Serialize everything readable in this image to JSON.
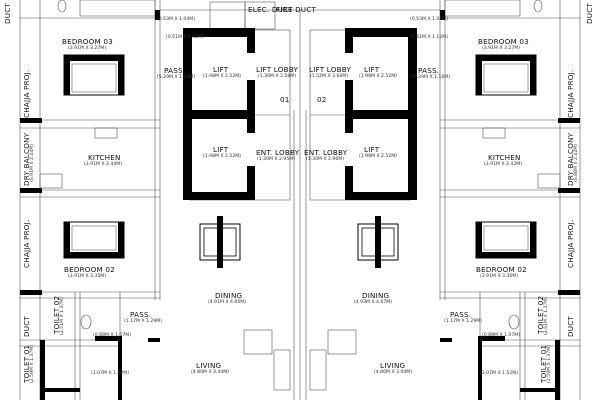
{
  "plan": {
    "left_unit": {
      "bedroom_03": {
        "name": "BEDROOM 03",
        "size": "(3.91M X 3.27M)"
      },
      "kitchen": {
        "name": "KITCHEN",
        "size": "(3.91M X 2.44M)"
      },
      "bedroom_02": {
        "name": "BEDROOM 02",
        "size": "(3.91M X 3.35M)"
      },
      "dining": {
        "name": "DINING",
        "size": "(4.91M X 4.66M)"
      },
      "living": {
        "name": "LIVING",
        "size": "(4.80M X 3.44M)"
      },
      "pass_upper": {
        "name": "PASS.",
        "size": "(5.29M X 1.19M)"
      },
      "pass_lower": {
        "name": "PASS.",
        "size": "(1.17M X 1.29M)"
      },
      "toilet_02": {
        "name": "TOILET 02",
        "size": "(2.51M X 1.37M)"
      },
      "toilet_01": {
        "name": "TOILET 01",
        "size": "(2.59M X 1.37M)"
      },
      "chajja_upper": "CHAJJA PROJ.",
      "chajja_lower": "CHAJJA PROJ.",
      "dry_balcony": {
        "name": "DRY BALCONY",
        "size": "(0.91M X 2.44M)"
      },
      "duct_upper": "DUCT",
      "duct_lower": "DUCT",
      "misc_dims": [
        "(0.51M X 1.12M)",
        "(0.53M X 1.04M)",
        "(0.88M X 1.07M)",
        "(1.07M X 1.52M)"
      ]
    },
    "right_unit": {
      "bedroom_03": {
        "name": "BEDROOM 03",
        "size": "(3.91M X 3.27M)"
      },
      "kitchen": {
        "name": "KITCHEN",
        "size": "(3.91M X 2.42M)"
      },
      "bedroom_02": {
        "name": "BEDROOM 02",
        "size": "(3.91M X 3.35M)"
      },
      "dining": {
        "name": "DINING",
        "size": "(4.93M X 4.67M)"
      },
      "living": {
        "name": "LIVING",
        "size": "(4.80M X 3.44M)"
      },
      "pass_upper": {
        "name": "PASS.",
        "size": "(5.29M X 1.16M)"
      },
      "pass_lower": {
        "name": "PASS.",
        "size": "(1.17M X 1.29M)"
      },
      "toilet_02": {
        "name": "TOILET 02",
        "size": "(2.51M X 1.37M)"
      },
      "toilet_01": {
        "name": "TOILET 01",
        "size": "(2.59M X 1.37M)"
      },
      "chajja_upper": "CHAJJA PROJ.",
      "chajja_lower": "CHAJJA PROJ.",
      "dry_balcony": {
        "name": "DRY BALCONY",
        "size": "(0.88M X 2.42M)"
      },
      "duct_upper": "DUCT",
      "duct_lower": "DUCT",
      "misc_dims": [
        "(0.51M X 1.12M)",
        "(0.53M X 1.00M)",
        "(0.88M X 1.07M)",
        "(1.07M X 1.52M)"
      ]
    },
    "core": {
      "elec_duct": "ELEC. DUCT",
      "fire_duct": "FIRE DUCT",
      "lift_lobby_left": {
        "name": "LIFT LOBBY",
        "size": "(1.30M X 2.58M)"
      },
      "lift_lobby_right": {
        "name": "LIFT LOBBY",
        "size": "(1.52M X 3.66M)"
      },
      "ent_lobby_left": {
        "name": "ENT. LOBBY",
        "size": "(1.30M X 2.95M)"
      },
      "ent_lobby_right": {
        "name": "ENT. LOBBY",
        "size": "(1.30M X 2.96M)"
      },
      "lift_tl": {
        "name": "LIFT",
        "size": "(1.98M X 2.52M)"
      },
      "lift_bl": {
        "name": "LIFT",
        "size": "(1.98M X 2.52M)"
      },
      "lift_tr": {
        "name": "LIFT",
        "size": "(1.98M X 2.52M)"
      },
      "lift_br": {
        "name": "LIFT",
        "size": "(1.98M X 2.52M)"
      },
      "unit_01": "01",
      "unit_02": "02"
    }
  },
  "colors": {
    "wall": "#000000",
    "line": "#555555",
    "paper": "#ffffff",
    "text": "#111111"
  }
}
